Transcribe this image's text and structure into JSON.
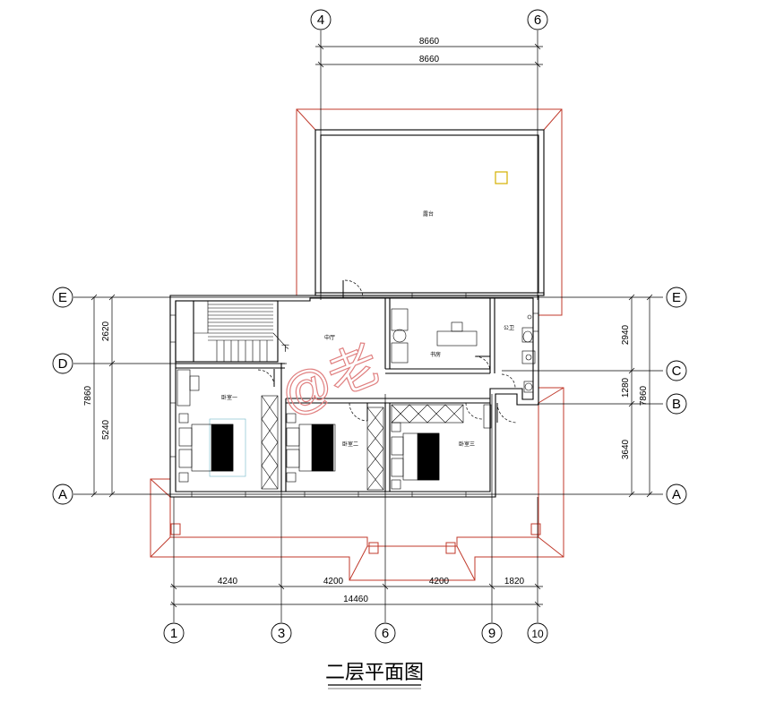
{
  "drawing": {
    "title": "二层平面图",
    "watermark": "@老",
    "colors": {
      "line": "#000000",
      "roof": "#c0392b",
      "grid": "#000000",
      "watermark": "#e08080",
      "bed_accent": "#6fb6c9",
      "skylight": "#d4b000"
    }
  },
  "axes_top": [
    {
      "id": "top-4",
      "label": "4"
    },
    {
      "id": "top-6",
      "label": "6"
    }
  ],
  "axes_bottom": [
    {
      "id": "bottom-1",
      "label": "1"
    },
    {
      "id": "bottom-3",
      "label": "3"
    },
    {
      "id": "bottom-6",
      "label": "6"
    },
    {
      "id": "bottom-9",
      "label": "9"
    },
    {
      "id": "bottom-10",
      "label": "10"
    }
  ],
  "axes_left": [
    {
      "id": "left-E",
      "label": "E"
    },
    {
      "id": "left-D",
      "label": "D"
    },
    {
      "id": "left-A",
      "label": "A"
    }
  ],
  "axes_right": [
    {
      "id": "right-E",
      "label": "E"
    },
    {
      "id": "right-C",
      "label": "C"
    },
    {
      "id": "right-B",
      "label": "B"
    },
    {
      "id": "right-A",
      "label": "A"
    }
  ],
  "dimensions": {
    "top": [
      "8660",
      "8660"
    ],
    "bottom_segments": [
      "4240",
      "4200",
      "4200",
      "1820"
    ],
    "bottom_total": "14460",
    "left_segments": [
      "2620",
      "5240"
    ],
    "left_total": "7860",
    "right_segments": [
      "2940",
      "1280",
      "3640"
    ],
    "right_total": "7860"
  },
  "rooms": {
    "terrace": "露台",
    "hall": "中厅",
    "study": "书房",
    "bathroom": "公卫",
    "bedroom1": "卧室一",
    "bedroom2": "卧室二",
    "bedroom3": "卧室三",
    "stair_down": "下"
  }
}
